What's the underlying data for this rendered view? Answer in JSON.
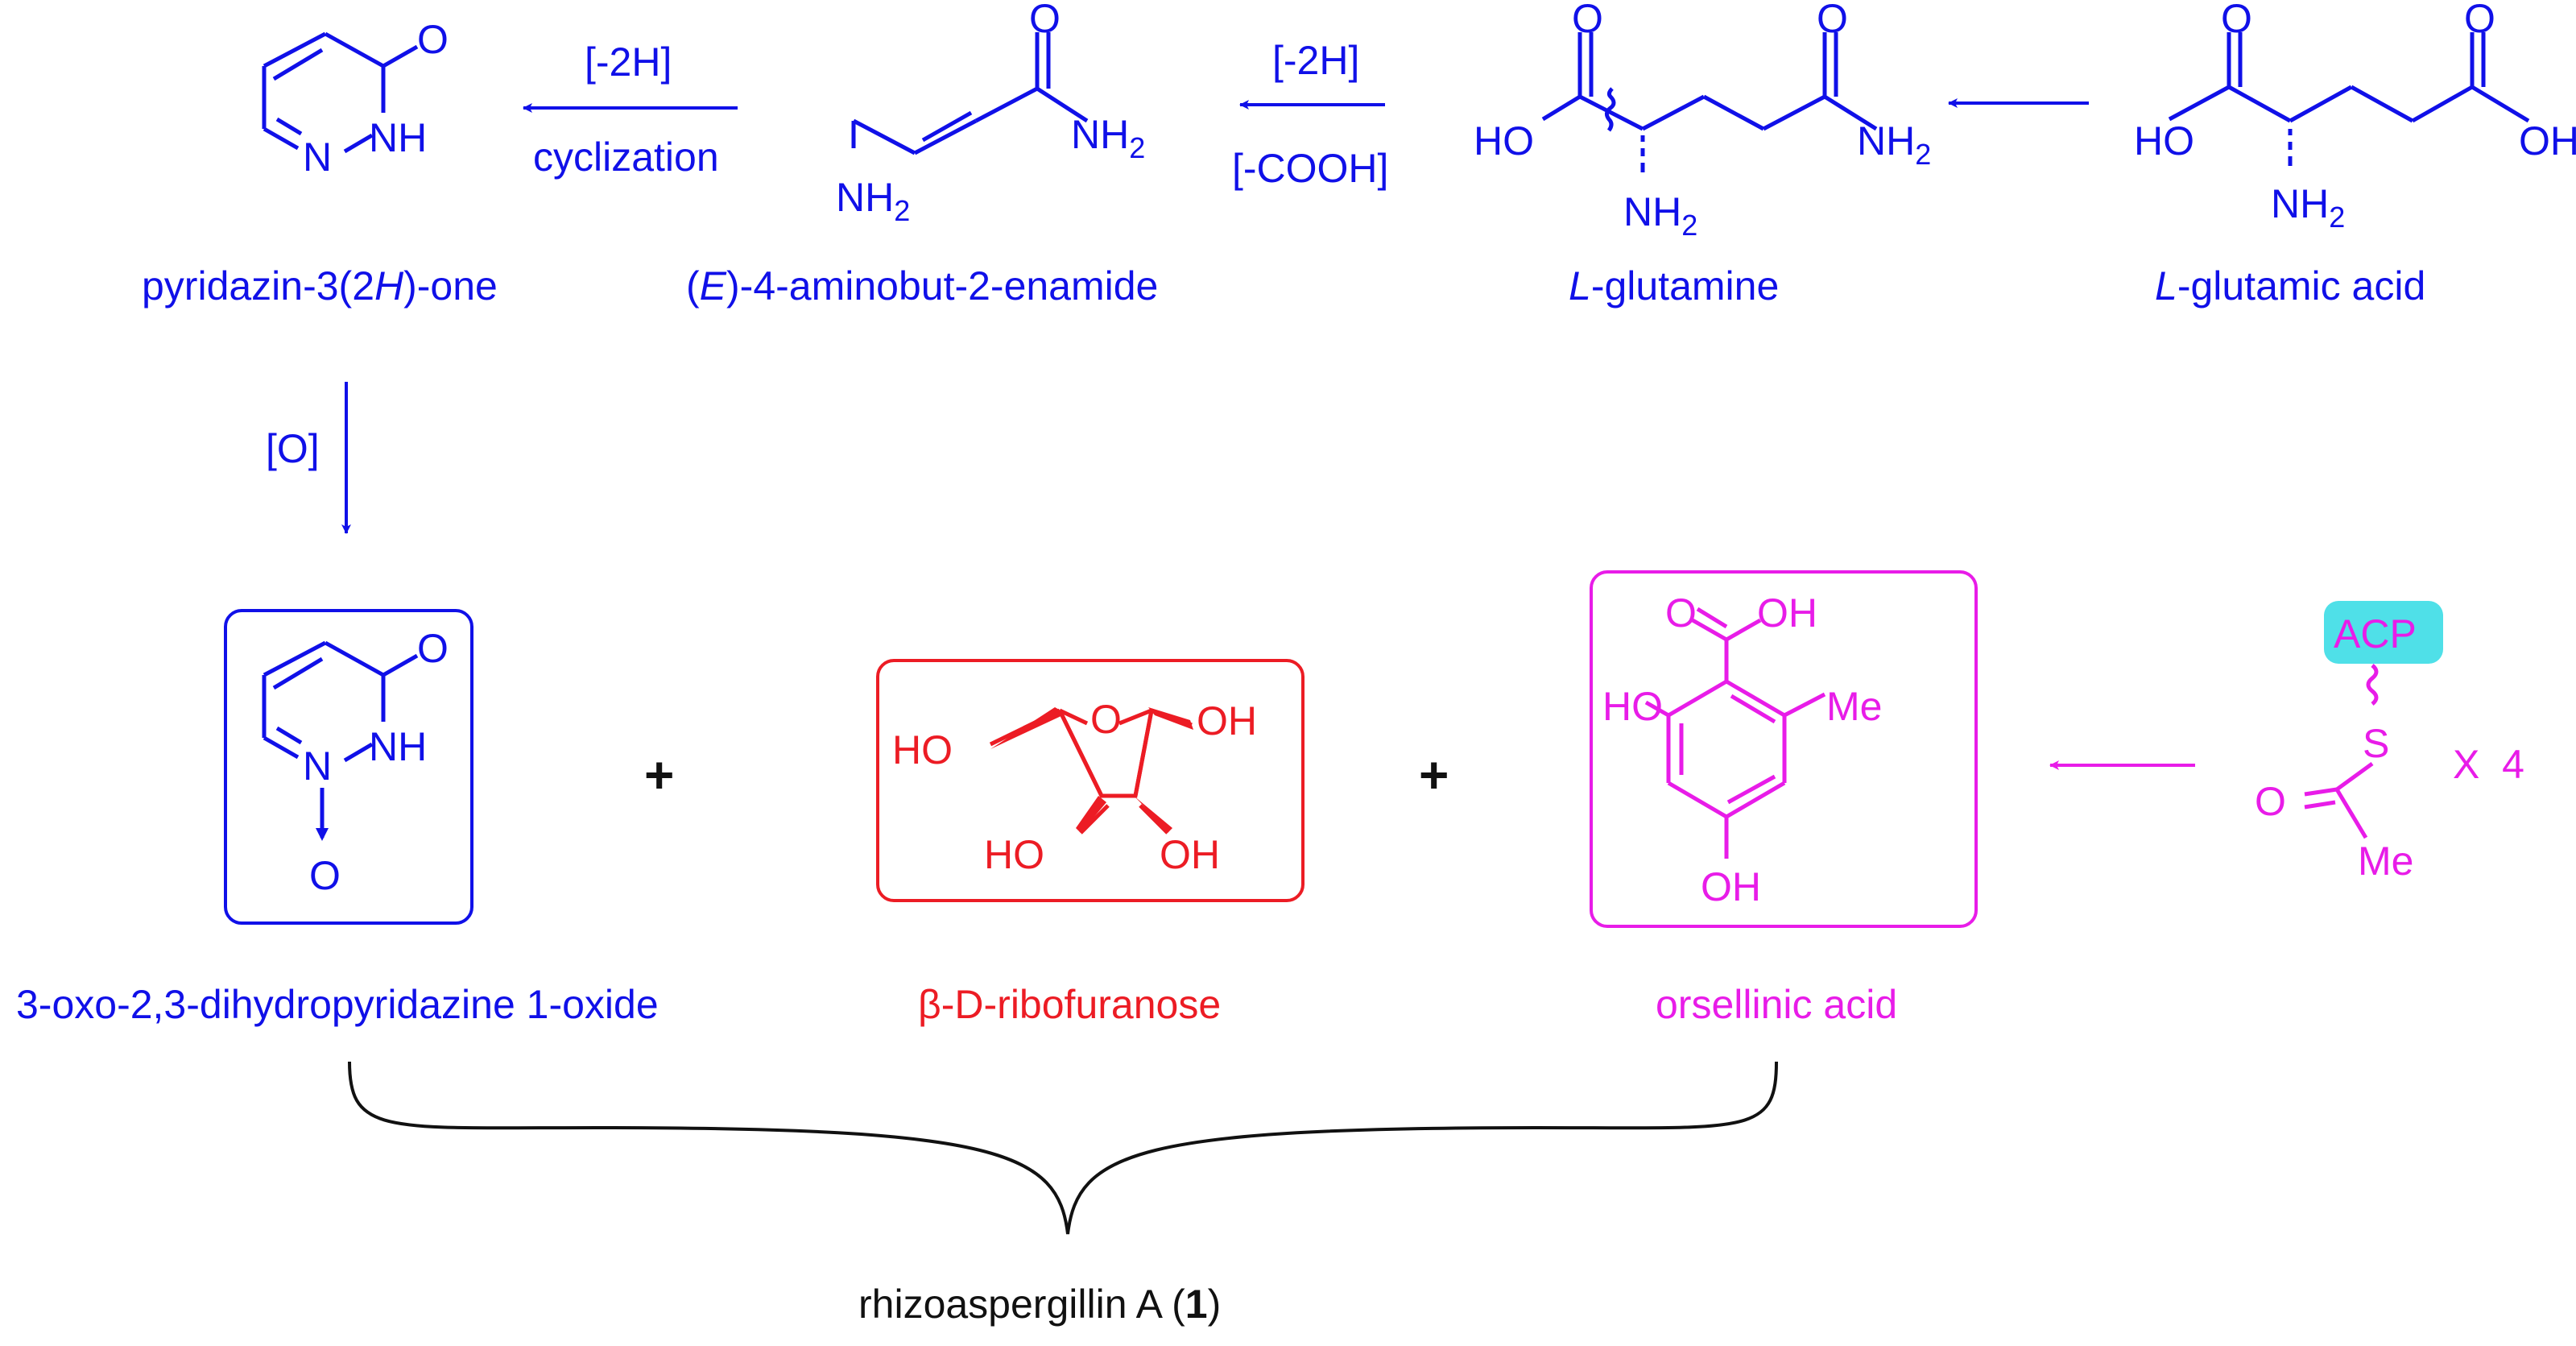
{
  "compounds": {
    "glutamic_acid": {
      "name_italic": "L",
      "name_rest": "-glutamic acid",
      "OH_left": "HO",
      "OH_right": "OH",
      "O1": "O",
      "O2": "O",
      "NH": "NH",
      "sub": "2"
    },
    "glutamine": {
      "name_italic": "L",
      "name_rest": "-glutamine",
      "HO": "HO",
      "O1": "O",
      "O2": "O",
      "NH": "NH",
      "NH2_a": "NH",
      "sub": "2"
    },
    "aminobutenamide": {
      "name_pre": "(",
      "name_italic": "E",
      "name_rest": ")-4-aminobut-2-enamide",
      "O": "O",
      "NH": "NH",
      "NH2b": "NH",
      "sub": "2"
    },
    "pyridazinone": {
      "name_pre": "pyridazin-3(2",
      "name_italic": "H",
      "name_rest": ")-one",
      "O": "O",
      "NH": "NH",
      "N": "N"
    },
    "pyridazine_oxide": {
      "name": "3-oxo-2,3-dihydropyridazine 1-oxide",
      "O": "O",
      "NH": "NH",
      "N": "N",
      "O_bottom": "O"
    },
    "ribofuranose": {
      "name_greek": "β",
      "name_rest": "-D-ribofuranose",
      "HO_left": "HO",
      "O_ring": "O",
      "OH_right": "OH",
      "HO_bottom": "HO",
      "OH_bottom": "OH"
    },
    "orsellinic": {
      "name": "orsellinic acid",
      "O_acid": "O",
      "OH_acid": "OH",
      "HO": "HO",
      "Me": "Me",
      "OH_bottom": "OH"
    },
    "acyl_acp": {
      "ACP": "ACP",
      "S": "S",
      "O": "O",
      "Me": "Me",
      "mult": "X  4"
    }
  },
  "reagents": {
    "step1_top": "[-2H]",
    "step1_bottom": "[-COOH]",
    "step2_top": "[-2H]",
    "step2_bottom": "cyclization",
    "step3": "[O]"
  },
  "operators": {
    "plus1": "+",
    "plus2": "+"
  },
  "product": {
    "name": "rhizoaspergillin A (",
    "number": "1",
    "close": ")"
  },
  "colors": {
    "blue": "#1010e8",
    "red": "#ec1c24",
    "magenta": "#e81ce8",
    "acp_fill": "#4fe0e8",
    "black": "#111111"
  }
}
